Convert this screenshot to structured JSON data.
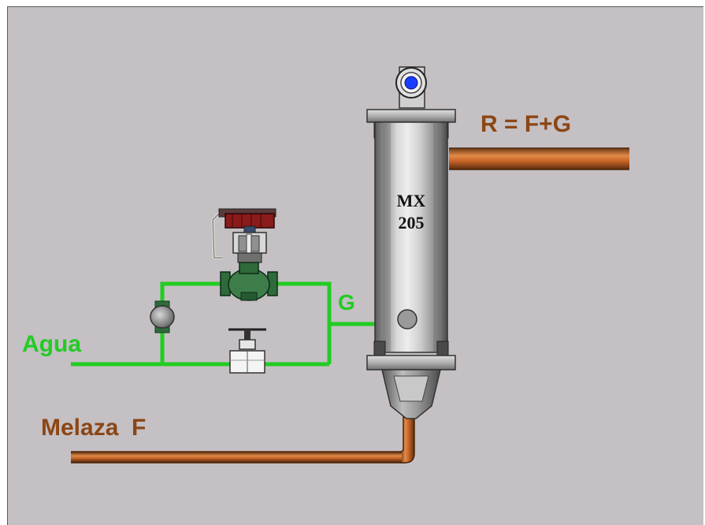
{
  "labels": {
    "agua": "Agua",
    "melaza": "Melaza  F",
    "g": "G",
    "result": "R = F+G",
    "tank_line1": "MX",
    "tank_line2": "205"
  },
  "colors": {
    "background": "#c4c0c4",
    "water_pipe": "#22cc22",
    "molasses_pipe": "#c86428",
    "molasses_text": "#8c4614",
    "water_text": "#22cc22",
    "motor_blue": "#1a3cff",
    "valve_green": "#2d6b3a",
    "actuator_red": "#8b1a1a"
  },
  "icons": {
    "motor": "agitator-motor-icon",
    "control_valve": "control-valve-icon",
    "flow_meter": "flow-meter-icon",
    "manual_valve": "gate-valve-icon",
    "tank": "mixer-tank-icon"
  }
}
